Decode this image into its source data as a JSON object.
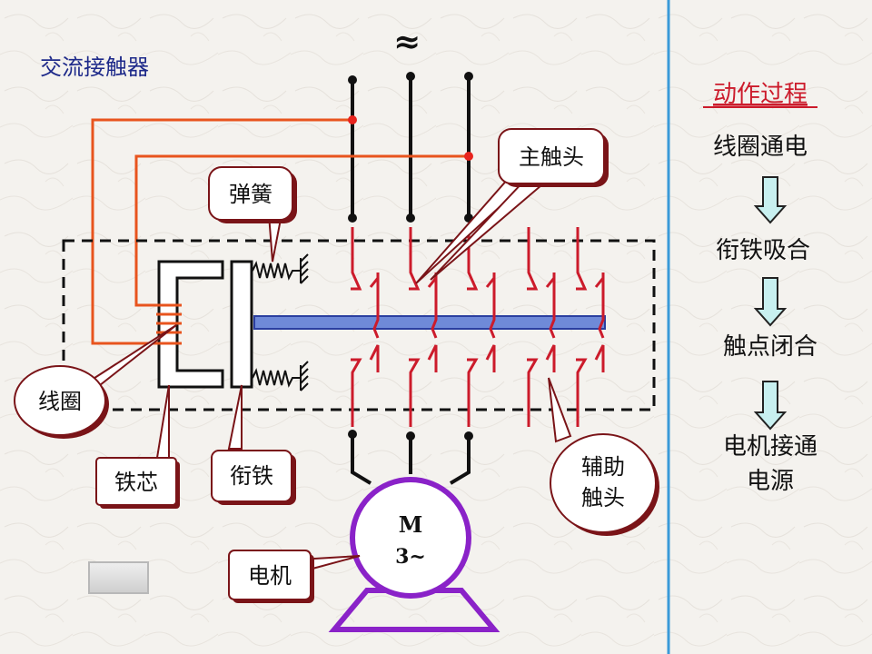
{
  "title": "交流接触器",
  "supply_symbol": "≈",
  "labels": {
    "spring": "弹簧",
    "main_contact": "主触头",
    "coil": "线圈",
    "iron_core": "铁芯",
    "armature": "衔铁",
    "motor_caption": "电机",
    "aux_contact_line1": "辅助",
    "aux_contact_line2": "触头"
  },
  "motor": {
    "line1": "M",
    "line2": "3~"
  },
  "process": {
    "heading": "动作过程",
    "steps": [
      "线圈通电",
      "衔铁吸合",
      "触点闭合",
      "电机接通",
      "电源"
    ]
  },
  "colors": {
    "background": "#f4f2ee",
    "wire": "#111111",
    "coil_wire": "#e8541e",
    "contact": "#cc1b2b",
    "push_rod_fill": "#6f8ad8",
    "push_rod_stroke": "#2b3fa0",
    "motor": "#8a22c8",
    "heading": "#cc1b2b",
    "arrow_fill": "#c8f0f0",
    "divider": "#3a9ad8",
    "callout_stroke": "#7a1418"
  },
  "icons": [
    "down-arrow-icon",
    "spring-icon",
    "ground-hatch-icon",
    "nav-button"
  ]
}
